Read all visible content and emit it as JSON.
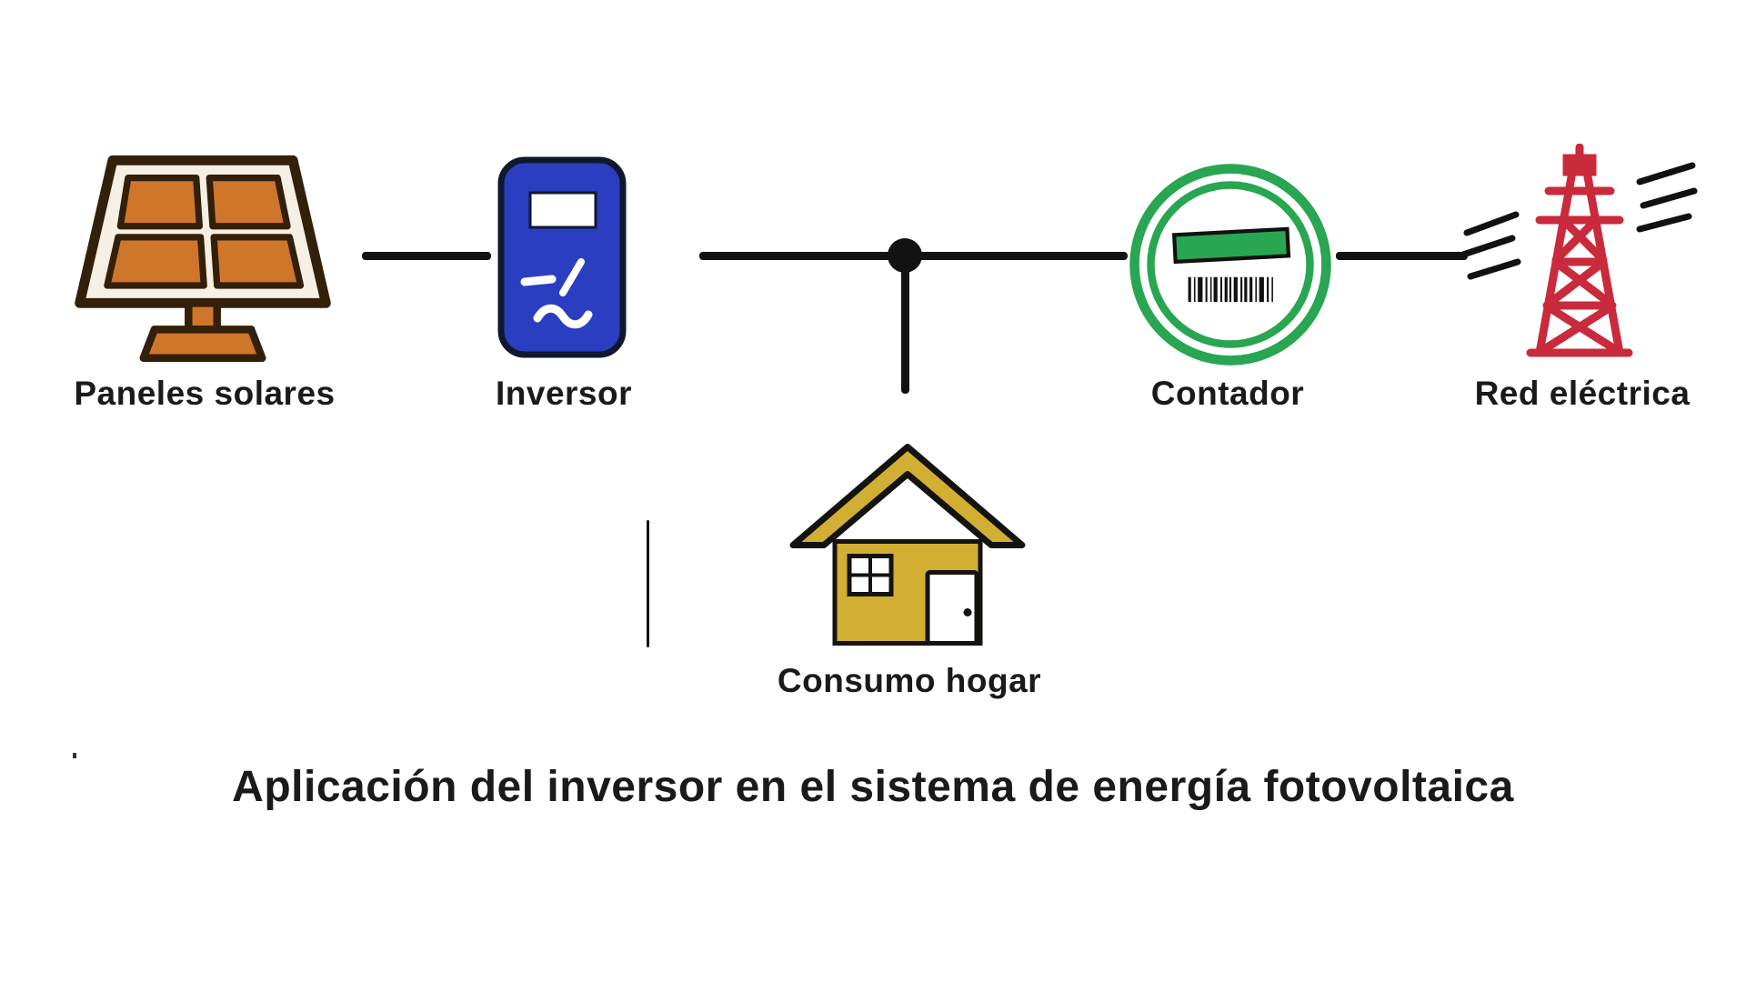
{
  "title": "Aplicación del inversor en el sistema de energía fotovoltaica",
  "nodes": {
    "panels": {
      "label": "Paneles solares",
      "icon": "solar-panel-icon"
    },
    "inverter": {
      "label": "Inversor",
      "icon": "inverter-icon"
    },
    "home": {
      "label": "Consumo hogar",
      "icon": "house-icon"
    },
    "meter": {
      "label": "Contador",
      "icon": "meter-icon"
    },
    "grid": {
      "label": "Red eléctrica",
      "icon": "power-tower-icon"
    }
  },
  "connections": [
    {
      "from": "panels",
      "to": "inverter"
    },
    {
      "from": "inverter",
      "to": "junction"
    },
    {
      "from": "junction",
      "to": "home"
    },
    {
      "from": "junction",
      "to": "meter"
    },
    {
      "from": "meter",
      "to": "grid"
    }
  ],
  "colors": {
    "panel-orange": "#d0762b",
    "panel-outline": "#33200a",
    "inverter-blue": "#2b3ec2",
    "inverter-outline": "#10182e",
    "house-yellow": "#d2ae33",
    "house-outline": "#151310",
    "meter-green": "#28a652",
    "tower-red": "#c92a3c",
    "line-black": "#121212",
    "text-black": "#1a1a1a"
  }
}
